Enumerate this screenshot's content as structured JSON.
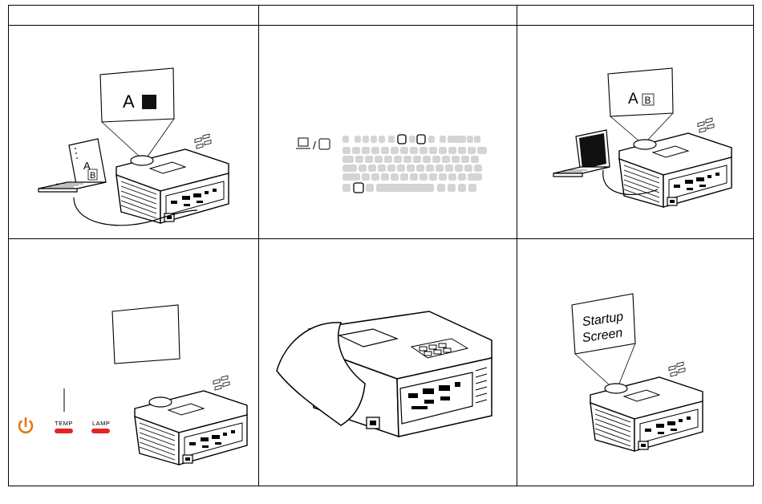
{
  "table": {
    "header_cells": [
      "",
      "",
      ""
    ],
    "bg_color": "#ffffff",
    "line_color": "#000000"
  },
  "panels": [
    {
      "slide_letter_left": "A",
      "laptop_letter_a": "A",
      "laptop_letter_b": "B"
    },
    {
      "icons": [
        "laptop-icon",
        "monitor-icon"
      ],
      "separator": "/"
    },
    {
      "slide_letter_a": "A",
      "slide_letter_b": "B"
    },
    {
      "power_icon_color": "#e07b10",
      "temp_label": "TEMP",
      "lamp_label": "LAMP",
      "led_color": "#e52323"
    },
    {
      "icons": [
        "projector-icon",
        "lens-cover-icon"
      ]
    },
    {
      "screen_line1": "Startup",
      "screen_line2": "Screen"
    }
  ]
}
